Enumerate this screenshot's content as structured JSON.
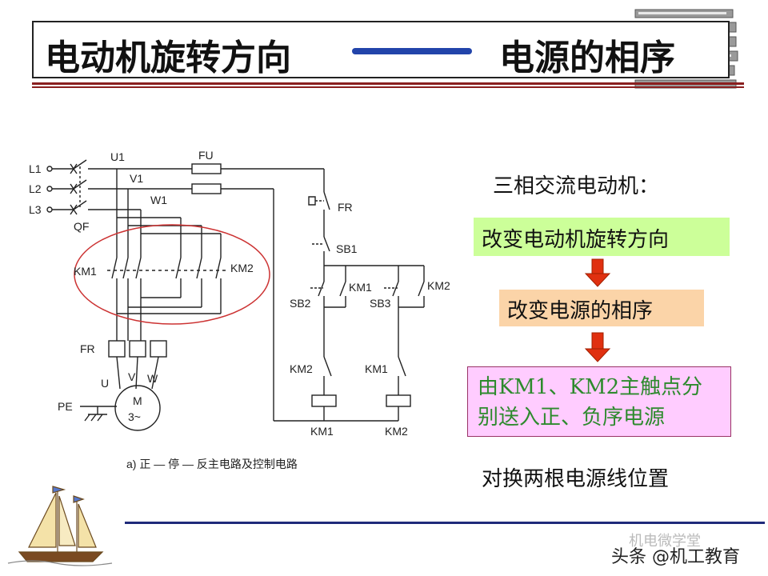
{
  "title": {
    "left": "电动机旋转方向",
    "right": "电源的相序"
  },
  "circuit": {
    "supply_labels": [
      "L1",
      "L2",
      "L3"
    ],
    "breaker_label": "QF",
    "phase_labels": [
      "U1",
      "V1",
      "W1"
    ],
    "fuse_label": "FU",
    "contactor_main_left": "KM1",
    "contactor_main_right": "KM2",
    "overload_main": "FR",
    "motor_terminals": [
      "U",
      "V",
      "W"
    ],
    "motor_label": "M",
    "motor_sub": "3~",
    "earth_label": "PE",
    "control": {
      "fr_contact": "FR",
      "stop_button": "SB1",
      "fwd_button": "SB2",
      "rev_button": "SB3",
      "hold_km1": "KM1",
      "hold_km2": "KM2",
      "interlock_left": "KM2",
      "interlock_right": "KM1",
      "coil_left": "KM1",
      "coil_right": "KM2"
    },
    "caption": "a) 正 — 停 — 反主电路及控制电路"
  },
  "side": {
    "heading": "三相交流电动机：",
    "box1": "改变电动机旋转方向",
    "box2": "改变电源的相序",
    "box3_line1": "由KM1、KM2主触点分",
    "box3_line2": "别送入正、负序电源",
    "conclusion": "对换两根电源线位置"
  },
  "watermark": {
    "main": "头条 @机工教育",
    "faint": "机电微学堂"
  },
  "colors": {
    "box1_bg": "#ccff99",
    "box2_bg": "#fbd4a8",
    "box3_bg": "#ffccff",
    "box3_text": "#2d8a2d",
    "arrow": "#e03010",
    "ellipse": "#cc3333",
    "title_dash": "#2244aa",
    "rule": "#1f2a7a"
  }
}
